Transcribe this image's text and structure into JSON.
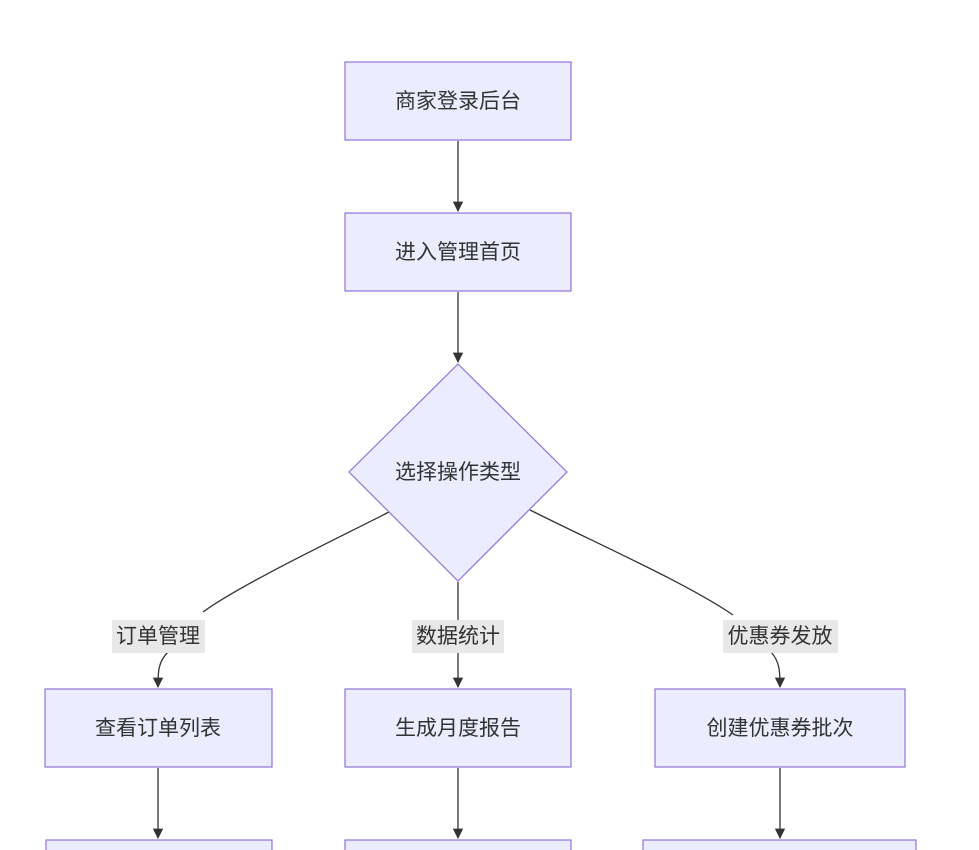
{
  "flowchart": {
    "nodes": {
      "login": "商家登录后台",
      "home": "进入管理首页",
      "decision": "选择操作类型",
      "order_list": "查看订单列表",
      "monthly_report": "生成月度报告",
      "coupon_batch": "创建优惠券批次"
    },
    "edge_labels": {
      "order_mgmt": "订单管理",
      "data_stats": "数据统计",
      "coupon_issue": "优惠券发放"
    }
  }
}
